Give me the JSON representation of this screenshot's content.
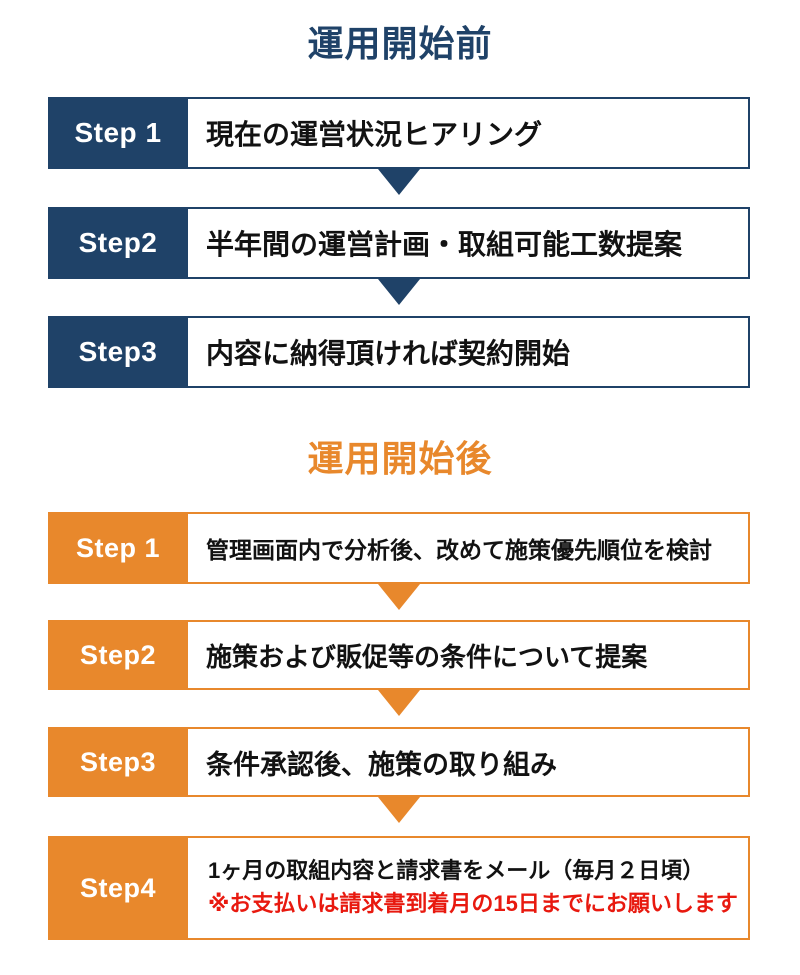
{
  "colors": {
    "blue": "#1f4268",
    "orange": "#e8882c",
    "red_note": "#e8190f",
    "text": "#121212",
    "background": "#ffffff"
  },
  "sections": [
    {
      "id": "before-operation",
      "title": "運用開始前",
      "accent": "#1f4268",
      "steps": [
        {
          "badge": "Step 1",
          "text": "現在の運営状況ヒアリング"
        },
        {
          "badge": "Step2",
          "text": "半年間の運営計画・取組可能工数提案"
        },
        {
          "badge": "Step3",
          "text": "内容に納得頂ければ契約開始"
        }
      ]
    },
    {
      "id": "after-operation",
      "title": "運用開始後",
      "accent": "#e8882c",
      "steps": [
        {
          "badge": "Step 1",
          "text": "管理画面内で分析後、改めて施策優先順位を検討"
        },
        {
          "badge": "Step2",
          "text": "施策および販促等の条件について提案"
        },
        {
          "badge": "Step3",
          "text": "条件承認後、施策の取り組み"
        },
        {
          "badge": "Step4",
          "text": "1ヶ月の取組内容と請求書をメール（毎月２日頃）",
          "note": "※お支払いは請求書到着月の15日までにお願いします"
        }
      ]
    }
  ]
}
